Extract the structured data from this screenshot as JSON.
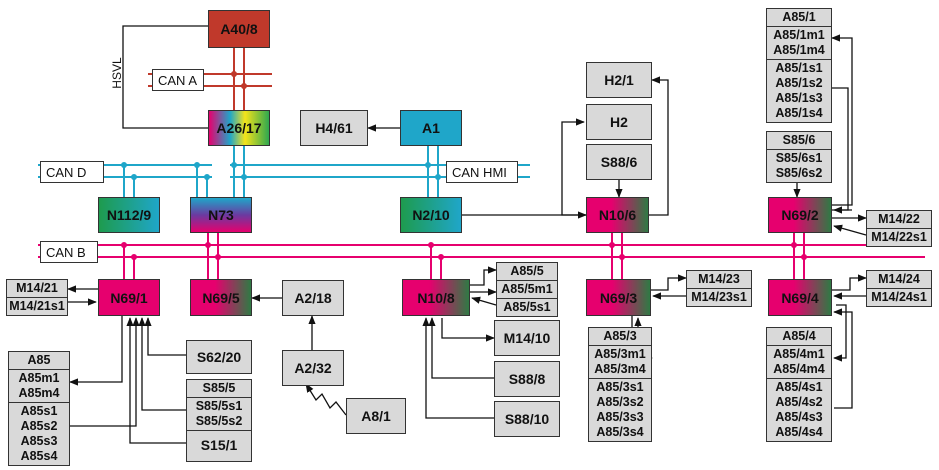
{
  "colors": {
    "can_a": "#c0392b",
    "can_d": "#1fa6c9",
    "can_b": "#e6006e",
    "wire": "#111111"
  },
  "buses": {
    "can_a": "CAN A",
    "can_d": "CAN D",
    "can_hmi": "CAN HMI",
    "can_b": "CAN B",
    "hsvl": "HSVL"
  },
  "nodes": {
    "a40_8": "A40/8",
    "a26_17": "A26/17",
    "h4_61": "H4/61",
    "a1": "A1",
    "h2_1": "H2/1",
    "h2": "H2",
    "s88_6": "S88/6",
    "n112_9": "N112/9",
    "n73": "N73",
    "n2_10": "N2/10",
    "n10_6": "N10/6",
    "n69_2": "N69/2",
    "n69_1": "N69/1",
    "n69_5": "N69/5",
    "a2_18": "A2/18",
    "n10_8": "N10/8",
    "n69_3": "N69/3",
    "n69_4": "N69/4",
    "s62_20": "S62/20",
    "a2_32": "A2/32",
    "m14_10": "M14/10",
    "s88_8": "S88/8",
    "s88_10": "S88/10",
    "s15_1": "S15/1",
    "a8_1": "A8/1"
  },
  "stacks": {
    "a85_1": [
      [
        "A85/1"
      ],
      [
        "A85/1m1",
        "A85/1m4"
      ],
      [
        "A85/1s1",
        "A85/1s2",
        "A85/1s3",
        "A85/1s4"
      ]
    ],
    "s85_6": [
      [
        "S85/6"
      ],
      [
        "S85/6s1",
        "S85/6s2"
      ]
    ],
    "m14_22": [
      [
        "M14/22"
      ],
      [
        "M14/22s1"
      ]
    ],
    "m14_21": [
      [
        "M14/21"
      ],
      [
        "M14/21s1"
      ]
    ],
    "a85_5": [
      [
        "A85/5"
      ],
      [
        "A85/5m1"
      ],
      [
        "A85/5s1"
      ]
    ],
    "m14_23": [
      [
        "M14/23"
      ],
      [
        "M14/23s1"
      ]
    ],
    "m14_24": [
      [
        "M14/24"
      ],
      [
        "M14/24s1"
      ]
    ],
    "a85": [
      [
        "A85"
      ],
      [
        "A85m1",
        "A85m4"
      ],
      [
        "A85s1",
        "A85s2",
        "A85s3",
        "A85s4"
      ]
    ],
    "s85_5": [
      [
        "S85/5"
      ],
      [
        "S85/5s1",
        "S85/5s2"
      ]
    ],
    "a85_3": [
      [
        "A85/3"
      ],
      [
        "A85/3m1",
        "A85/3m4"
      ],
      [
        "A85/3s1",
        "A85/3s2",
        "A85/3s3",
        "A85/3s4"
      ]
    ],
    "a85_4": [
      [
        "A85/4"
      ],
      [
        "A85/4m1",
        "A85/4m4"
      ],
      [
        "A85/4s1",
        "A85/4s2",
        "A85/4s3",
        "A85/4s4"
      ]
    ]
  }
}
